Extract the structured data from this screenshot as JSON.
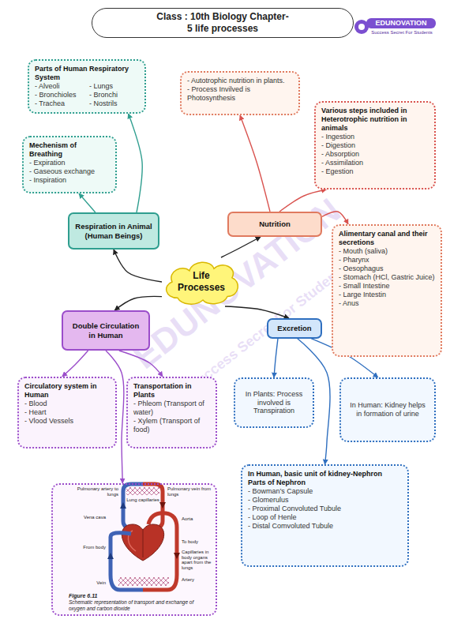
{
  "diagram": {
    "title": "Class : 10th Biology Chapter-5 life processes",
    "nodes": [
      {
        "text": [
          "Parts of Human Respiratory System",
          "- Alveoli",
          "- Lungs",
          "- Bronchioles",
          "- Bronchi",
          "- Trachea",
          "- Nostrils"
        ]
      },
      {
        "text": [
          "- Autotrophic nutrition in plants.",
          "- Process Invilved is Photosynthesis"
        ]
      },
      {
        "text": [
          "Various steps included in Heterotrophic nutrition in animals",
          "- Ingestion",
          "- Digestion",
          "- Absorption",
          "- Assimilation",
          "- Egestion"
        ]
      },
      {
        "text": [
          "Mechenism of Breathing",
          "- Expiration",
          "- Gaseous exchange",
          "- Inspiration"
        ]
      },
      {
        "text": [
          "Respiration in Animal (Human Beings)"
        ]
      },
      {
        "text": [
          "Nutrition"
        ]
      },
      {
        "text": [
          "Alimentary canal and their secretions",
          "- Mouth (saliva)",
          "- Pharynx",
          "- Oesophagus",
          "- Stomach (HCl, Gastric Juice)",
          "- Small Intestine",
          "- Large Intestin",
          "- Anus"
        ]
      },
      {
        "text": [
          "Life Processes"
        ]
      },
      {
        "text": [
          "Double Circulation in Human"
        ]
      },
      {
        "text": [
          "Excretion"
        ]
      },
      {
        "text": [
          "Circulatory system in Human",
          "- Blood",
          "- Heart",
          "- Vlood Vessels"
        ]
      },
      {
        "text": [
          "Transportation in Plants",
          "- Phleom (Transport of water)",
          "- Xylem (Transport of food)"
        ]
      },
      {
        "text": [
          "In Plants: Process involved is Transpiration"
        ]
      },
      {
        "text": [
          "In Human: Kidney helps in formation of urine"
        ]
      },
      {
        "text": [
          "In Human, basic unit of kidney-Nephron",
          "Parts of Nephron",
          "- Bowman’s Capsule",
          "- Glomerulus",
          "- Proximal Convoluted Tubule",
          "- Loop of Henle",
          "- Distal Comvoluted Tubule"
        ]
      },
      {
        "text": [
          "Figure 6.11",
          "Schematic representation of transport and exchange of oxygen and carbon dioxide"
        ]
      }
    ],
    "edges": [
      {
        "from": 7,
        "to": 4,
        "arrow": "to"
      },
      {
        "from": 7,
        "to": 5,
        "arrow": "to"
      },
      {
        "from": 7,
        "to": 8,
        "arrow": "to"
      },
      {
        "from": 7,
        "to": 9,
        "arrow": "to"
      },
      {
        "from": 4,
        "to": 0,
        "arrow": "to"
      },
      {
        "from": 4,
        "to": 3,
        "arrow": "to"
      },
      {
        "from": 5,
        "to": 1,
        "arrow": "to"
      },
      {
        "from": 5,
        "to": 2,
        "arrow": "to"
      },
      {
        "from": 5,
        "to": 6,
        "arrow": "to"
      },
      {
        "from": 8,
        "to": 10,
        "arrow": "to"
      },
      {
        "from": 8,
        "to": 11,
        "arrow": "to"
      },
      {
        "from": 8,
        "to": 15,
        "arrow": "to"
      },
      {
        "from": 9,
        "to": 12,
        "arrow": "to"
      },
      {
        "from": 9,
        "to": 13,
        "arrow": "to"
      },
      {
        "from": 9,
        "to": 14,
        "arrow": "to"
      }
    ],
    "labels": [
      "EDUNOVATION",
      "Success Secret For Students",
      "EDUNOVATION",
      "Success Secret For Students",
      "Pulmonary artery to lungs",
      "Lung capillaries",
      "Pulmonary vein from lungs",
      "Vena cava",
      "Aorta",
      "From body",
      "To body",
      "Capillaries in body organs apart from the lungs",
      "Vein",
      "Artery"
    ]
  }
}
